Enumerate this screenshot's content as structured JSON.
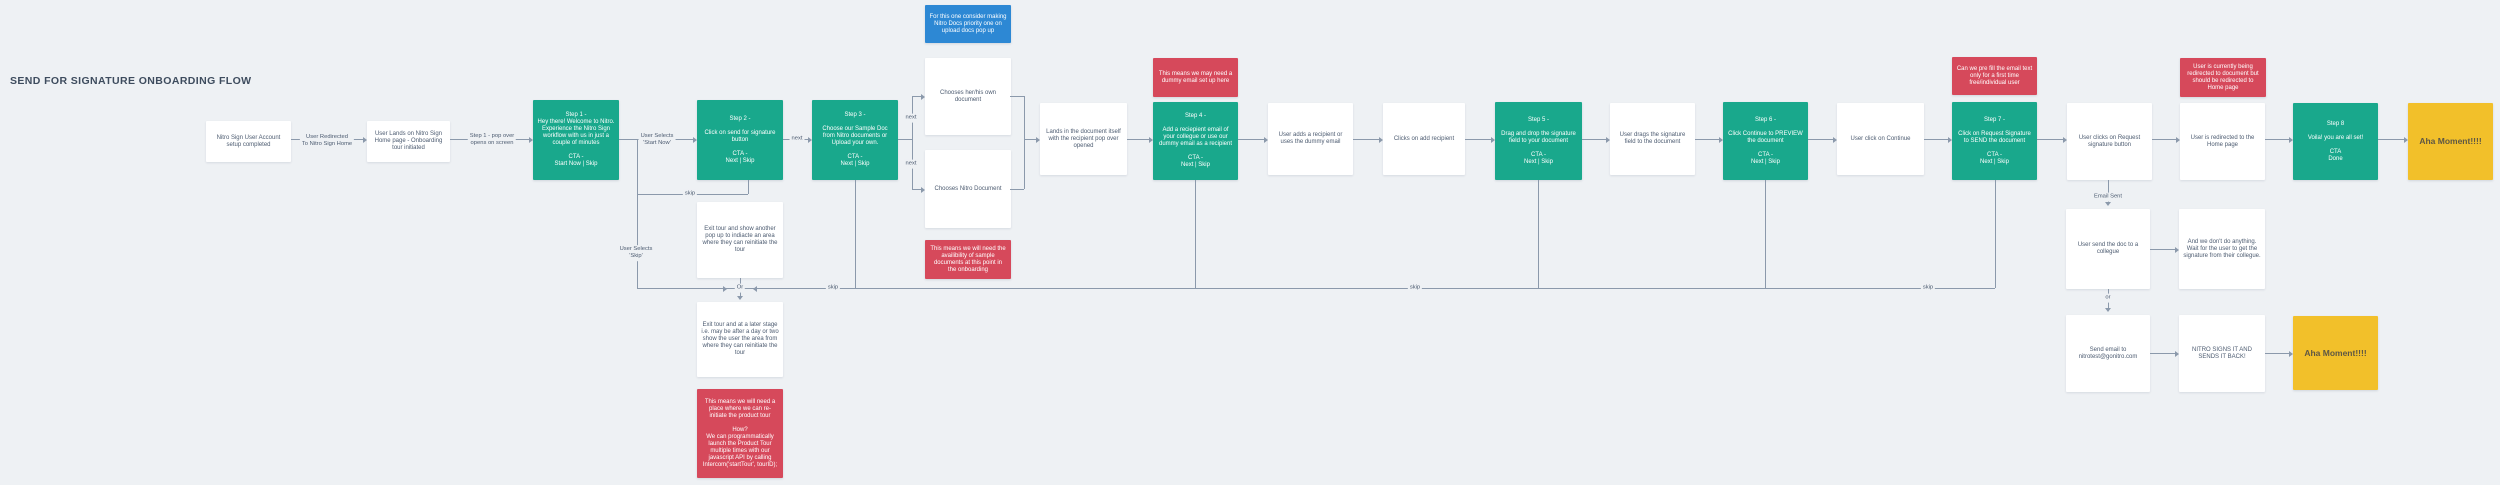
{
  "title": "SEND FOR SIGNATURE ONBOARDING FLOW",
  "colors": {
    "canvas": "#eef1f4",
    "green": "#19a88c",
    "red": "#d6495b",
    "blue": "#2d88d4",
    "yellow": "#f2c02a",
    "line": "#8b99ab",
    "ink": "#4c5b70"
  },
  "nodes": [
    {
      "id": "account-setup",
      "kind": "white",
      "text": "Nitro Sign User Account setup completed"
    },
    {
      "id": "lands-home",
      "kind": "white",
      "text": "User Lands on Nitro Sign Home page - Onboarding tour initiated"
    },
    {
      "id": "step-1",
      "kind": "green",
      "text": "Step 1 -\nHey there! Welcome to Nitro. Experience the Nitro Sign workflow with us in just a couple of minutes\n\nCTA -\nStart Now | Skip"
    },
    {
      "id": "step-2",
      "kind": "green",
      "text": "Step 2 -\n\nClick on send for signature button\n\nCTA -\nNext | Skip"
    },
    {
      "id": "step-3",
      "kind": "green",
      "text": "Step 3 -\n\nChoose our Sample Doc from Nitro documents or Upload your own.\n\nCTA -\nNext | Skip"
    },
    {
      "id": "nitro-docs-priority-note",
      "kind": "blue",
      "text": "For this one consider making Nitro Docs priority one on upload docs pop up"
    },
    {
      "id": "chooses-own-doc",
      "kind": "white",
      "text": "Chooses her/his own document"
    },
    {
      "id": "chooses-nitro-doc",
      "kind": "white",
      "text": "Chooses Nitro Document"
    },
    {
      "id": "sample-docs-note",
      "kind": "red",
      "text": "This means we will need the availibility of sample documents at this point in the onboarding"
    },
    {
      "id": "lands-in-document",
      "kind": "white",
      "text": "Lands in the document itself with the recipient pop over opened"
    },
    {
      "id": "dummy-email-note",
      "kind": "red",
      "text": "This means we may need a dummy email set up here"
    },
    {
      "id": "step-4",
      "kind": "green",
      "text": "Step 4 -\n\nAdd a reciepient email of your collegue or use our dummy email as a recipient\n\nCTA -\nNext | Skip"
    },
    {
      "id": "adds-recipient",
      "kind": "white",
      "text": "User adds a recipient or uses the dummy email"
    },
    {
      "id": "clicks-add-recipient",
      "kind": "white",
      "text": "Clicks on add recipient"
    },
    {
      "id": "step-5",
      "kind": "green",
      "text": "Step 5 -\n\nDrag and drop the signature field to your document\n\nCTA -\nNext | Skip"
    },
    {
      "id": "drags-signature",
      "kind": "white",
      "text": "User drags the signature field to the document"
    },
    {
      "id": "step-6",
      "kind": "green",
      "text": "Step 6 -\n\nClick Continue to PREVIEW the document\n\nCTA -\nNext | Skip"
    },
    {
      "id": "click-continue",
      "kind": "white",
      "text": "User click on Continue"
    },
    {
      "id": "prefill-email-note",
      "kind": "red",
      "text": "Can we pre fill the email text only for a first time free/individual user"
    },
    {
      "id": "step-7",
      "kind": "green",
      "text": "Step 7 -\n\nClick on Request Signature to SEND the document\n\nCTA -\nNext | Skip"
    },
    {
      "id": "clicks-request-signature",
      "kind": "white",
      "text": "User clicks on Request signature button"
    },
    {
      "id": "redirect-note",
      "kind": "red",
      "text": "User is currently being redirected to document but should be redirected to Home page"
    },
    {
      "id": "redirected-home",
      "kind": "white",
      "text": "User is redirected to the Home page"
    },
    {
      "id": "step-8",
      "kind": "green",
      "text": "Step 8\n\nVoila! you are all set!\n\nCTA\nDone"
    },
    {
      "id": "aha-moment-1",
      "kind": "yellow",
      "text": "Aha Moment!!!!"
    },
    {
      "id": "send-doc-collegue",
      "kind": "white",
      "text": "User send the doc to a collegue"
    },
    {
      "id": "wait-signature",
      "kind": "white",
      "text": "And we don't do anything. Wait for the user to get the signature from their collegue."
    },
    {
      "id": "send-email-nitrotest",
      "kind": "white",
      "text": "Send email to nitrotest@gonitro.com"
    },
    {
      "id": "nitro-signs-back",
      "kind": "white",
      "text": "NITRO SIGNS IT AND SENDS IT BACK!"
    },
    {
      "id": "aha-moment-2",
      "kind": "yellow",
      "text": "Aha Moment!!!!"
    },
    {
      "id": "exit-tour-popup",
      "kind": "white",
      "text": "Exit tour and show another pop up to indiacte an area where they can reinitiate the tour"
    },
    {
      "id": "exit-tour-later",
      "kind": "white",
      "text": "Exit tour and at a later stage i.e. may be after a day or two show the user the area from where they can reinitiate the tour"
    },
    {
      "id": "reinitiate-note",
      "kind": "red",
      "text": "This means we will need a place where we can re-initiate the product tour\n\nHow?\nWe can programmatically launch the Product Tour multiple times with our javascript API by calling Intercom('startTour', tourID);"
    }
  ],
  "labels": [
    {
      "id": "redirect-home-label",
      "text": "User Redirected\nTo Nitro Sign Home"
    },
    {
      "id": "step1-popover-label",
      "text": "Step 1 - pop over\nopens on screen"
    },
    {
      "id": "selects-start-now-label",
      "text": "User Selects\n'Start Now'"
    },
    {
      "id": "next-main-label",
      "text": "next"
    },
    {
      "id": "next-top-label",
      "text": "next"
    },
    {
      "id": "next-bottom-label",
      "text": "next"
    },
    {
      "id": "skip-step2-label",
      "text": "skip"
    },
    {
      "id": "selects-skip-label",
      "text": "User Selects\n'Skip'"
    },
    {
      "id": "or-junction-label",
      "text": "Or"
    },
    {
      "id": "skip-1-label",
      "text": "skip"
    },
    {
      "id": "skip-2-label",
      "text": "skip"
    },
    {
      "id": "skip-3-label",
      "text": "skip"
    },
    {
      "id": "email-sent-label",
      "text": "Email Sent"
    },
    {
      "id": "or-2-label",
      "text": "or"
    }
  ]
}
